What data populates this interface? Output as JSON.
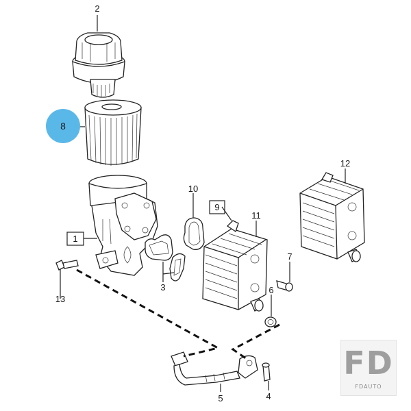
{
  "callouts": {
    "c1": "1",
    "c2": "2",
    "c3": "3",
    "c4": "4",
    "c5": "5",
    "c6": "6",
    "c7": "7",
    "c8": "8",
    "c9": "9",
    "c10": "10",
    "c11": "11",
    "c12": "12",
    "c13": "13"
  },
  "highlight": {
    "color": "#5ab8e8",
    "label_color": "#1f5f86"
  },
  "watermark": {
    "main": "FD",
    "sub": "FDAUTO"
  }
}
